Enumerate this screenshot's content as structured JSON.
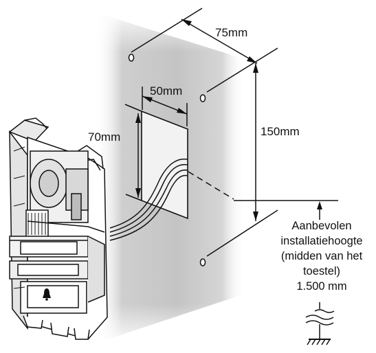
{
  "dimensions": {
    "screw_spacing_h": "75mm",
    "box_width": "50mm",
    "box_height": "70mm",
    "screw_spacing_v": "150mm"
  },
  "height_note": {
    "lines": [
      "Aanbevolen",
      "installatiehoogte",
      "(midden van het",
      "toestel)",
      "1.500 mm"
    ]
  },
  "colors": {
    "line": "#111111",
    "wall_shadow": "#c8c8c8",
    "device_fill": "#ffffff"
  },
  "icons": [
    "screw-hole-icon",
    "ground-symbol-icon",
    "bell-icon"
  ]
}
